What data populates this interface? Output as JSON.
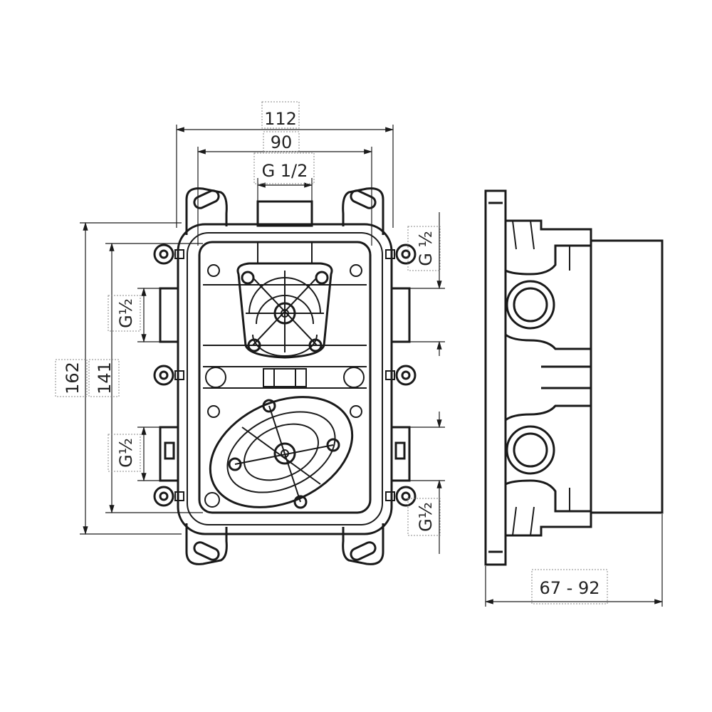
{
  "drawing": {
    "front_view": {
      "width_outer": "112",
      "width_inner": "90",
      "top_connection": "G 1/2",
      "height_outer": "162",
      "height_inner": "141",
      "left_connection_upper": "G½",
      "left_connection_lower": "G½",
      "right_connection_upper": "G ½",
      "right_connection_lower": "G½"
    },
    "side_view": {
      "depth_range": "67 - 92"
    }
  },
  "colors": {
    "line": "#1a1a1a",
    "background": "#ffffff"
  }
}
